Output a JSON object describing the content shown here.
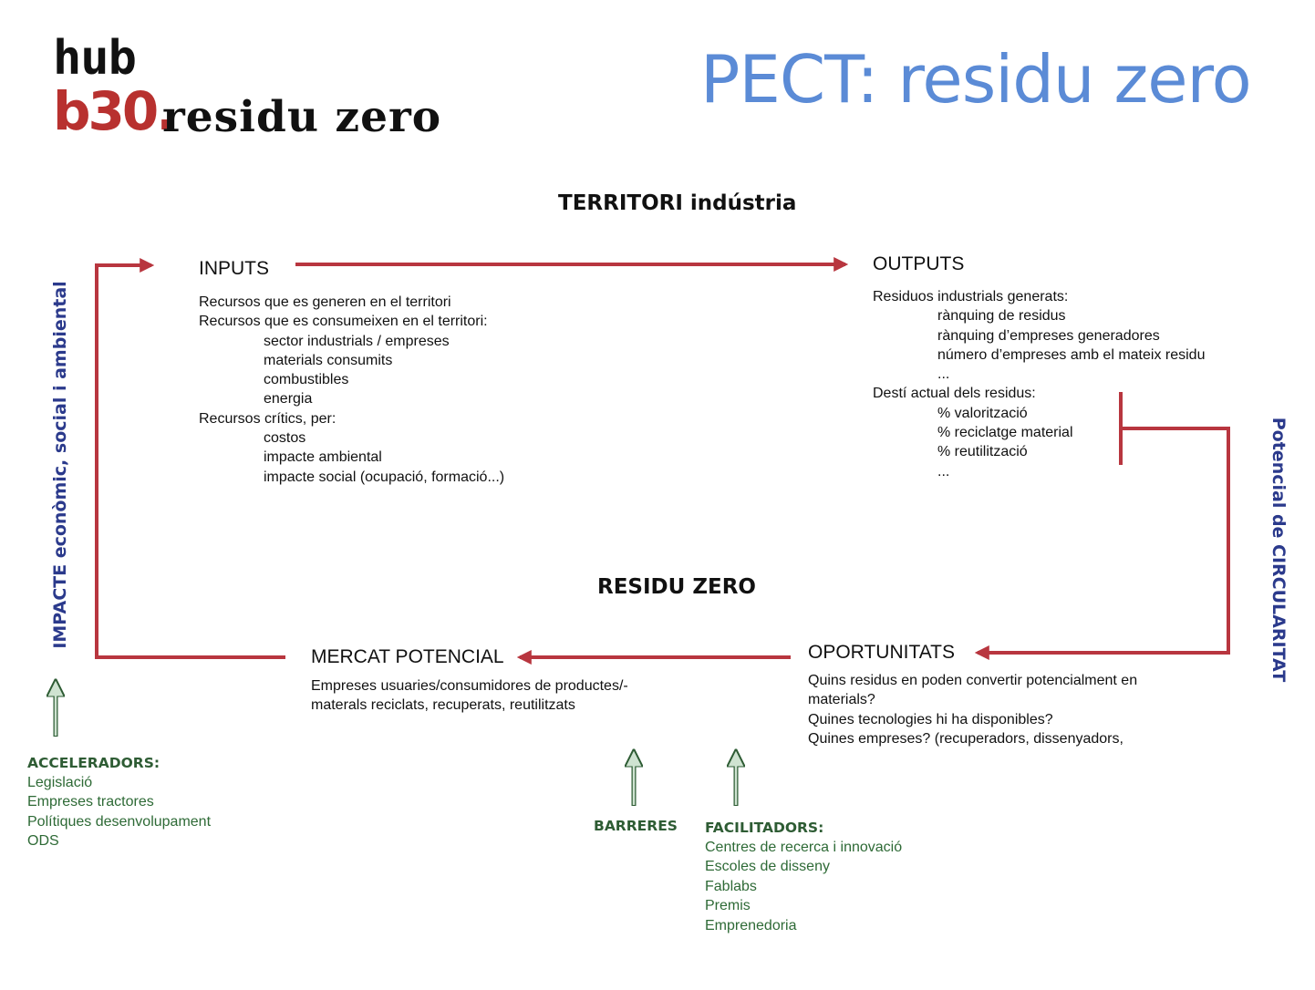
{
  "logo": {
    "hub": "hub",
    "b30": "b30.",
    "rz": "residu zero"
  },
  "title": "PECT: residu zero",
  "territori": "TERRITORI  indústria",
  "residu_zero": "RESIDU ZERO",
  "inputs": {
    "heading": "INPUTS",
    "lines": [
      "Recursos que es generen en el territori",
      "Recursos que es consumeixen en el territori:",
      "sector industrials / empreses",
      "materials consumits",
      "combustibles",
      "energia",
      "Recursos crítics, per:",
      "costos",
      "impacte ambiental",
      "impacte social (ocupació, formació...)"
    ]
  },
  "outputs": {
    "heading": "OUTPUTS",
    "lines": [
      "Residuos industrials generats:",
      "rànquing de residus",
      "rànquing d’empreses generadores",
      "número d’empreses amb el mateix residu",
      "...",
      "Destí actual dels residus:",
      "% valorització",
      "% reciclatge material",
      "% reutilització",
      "..."
    ]
  },
  "mercat": {
    "heading": "MERCAT POTENCIAL",
    "lines": [
      "Empreses usuaries/consumidores de productes/-",
      "materals reciclats, recuperats, reutilitzats"
    ]
  },
  "oportunitats": {
    "heading": "OPORTUNITATS",
    "lines": [
      "Quins residus en poden convertir potencialment en",
      "materials?",
      "Quines tecnologies hi ha disponibles?",
      "Quines empreses? (recuperadors, dissenyadors,"
    ]
  },
  "left_vertical": "IMPACTE econòmic, social  i ambiental",
  "right_vertical": "Potencial de CIRCULARITAT",
  "acceleradors": {
    "title": "ACCELERADORS:",
    "items": [
      "Legislació",
      "Empreses tractores",
      "Polítiques desenvolupament",
      "ODS"
    ]
  },
  "barreres": {
    "title": "BARRERES"
  },
  "facilitadors": {
    "title": "FACILITADORS:",
    "items": [
      "Centres de recerca i innovació",
      "Escoles de disseny",
      "Fablabs",
      "Premis",
      "Emprenedoria"
    ]
  },
  "colors": {
    "arrow_red": "#b8363f",
    "arrow_green": "#6f9c79",
    "title_blue": "#5b8bd6",
    "vertical_navy": "#2b3a8c",
    "green_text": "#2e6a36"
  }
}
